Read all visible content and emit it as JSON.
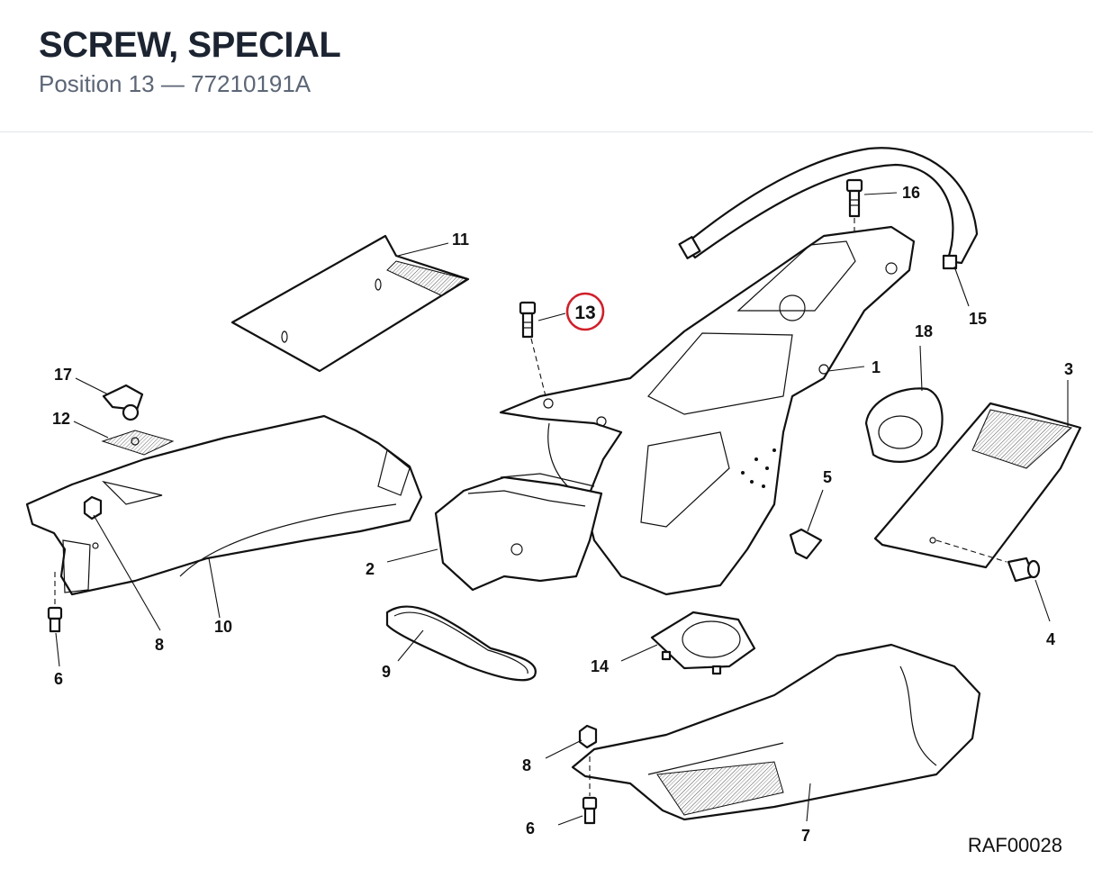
{
  "header": {
    "title": "SCREW, SPECIAL",
    "position_label": "Position 13",
    "separator": "—",
    "part_number": "77210191A"
  },
  "diagram": {
    "code": "RAF00028",
    "highlight_color": "#d0202a",
    "highlighted_callout": "13",
    "callouts": {
      "c1": "1",
      "c2": "2",
      "c3": "3",
      "c4": "4",
      "c5": "5",
      "c6a": "6",
      "c6b": "6",
      "c7": "7",
      "c8a": "8",
      "c8b": "8",
      "c9": "9",
      "c10": "10",
      "c11": "11",
      "c12": "12",
      "c13": "13",
      "c14": "14",
      "c15": "15",
      "c16": "16",
      "c17": "17",
      "c18": "18"
    }
  }
}
